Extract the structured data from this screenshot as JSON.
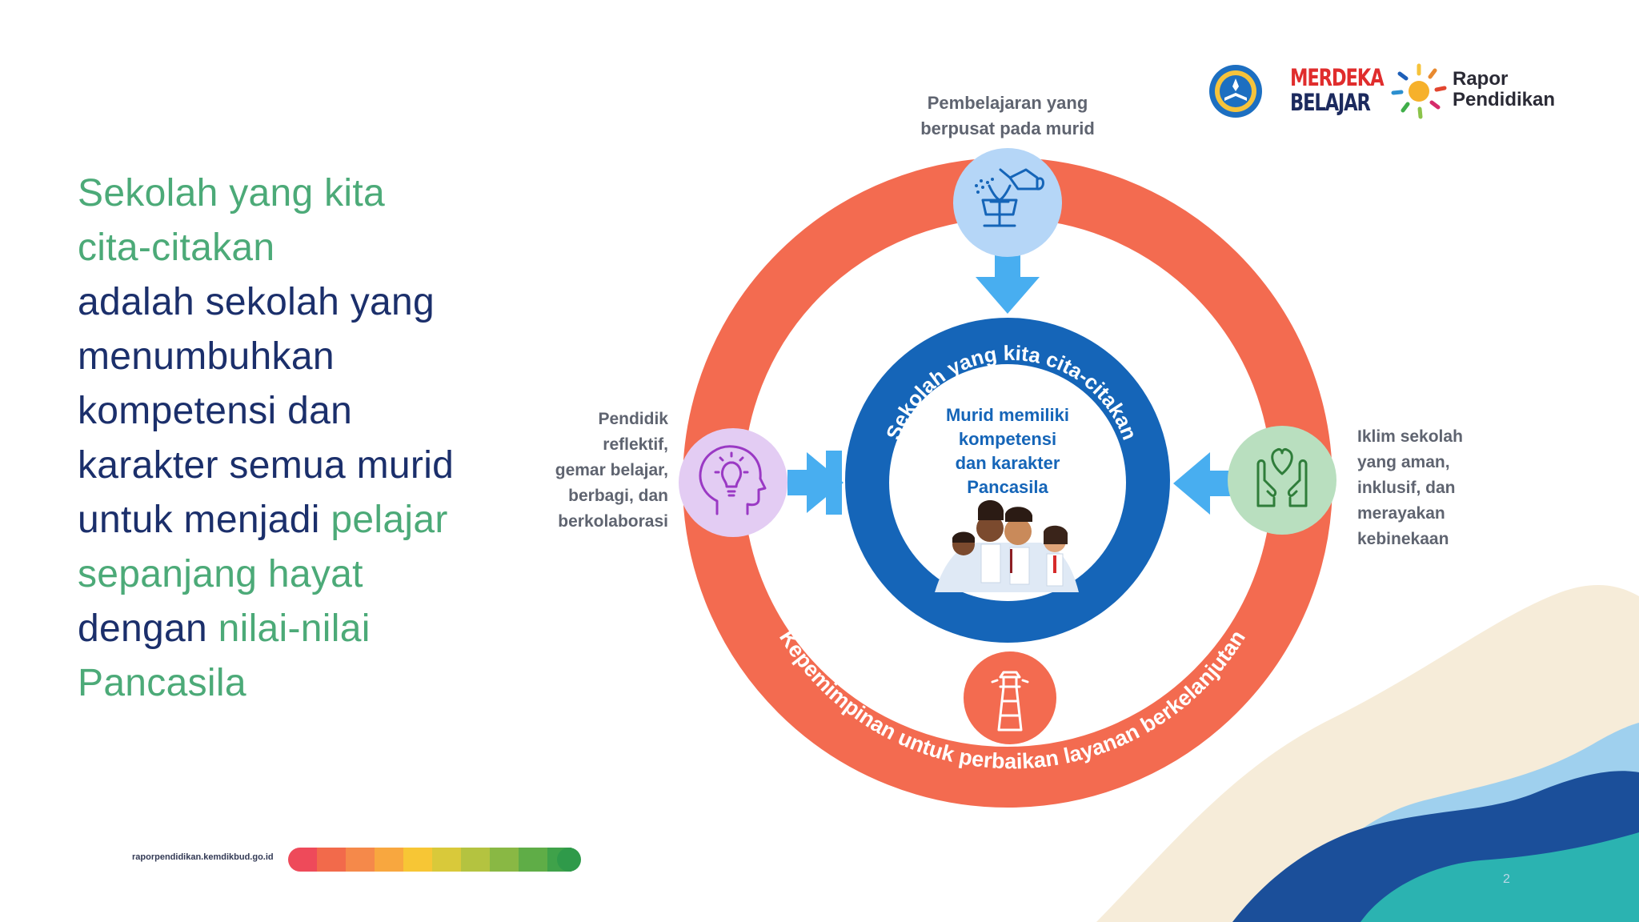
{
  "headline": {
    "part1": "Sekolah yang kita",
    "part2": "cita-citakan",
    "part3": "adalah sekolah yang",
    "part4": "menumbuhkan",
    "part5": "kompetensi dan",
    "part6": "karakter semua murid",
    "part7": "untuk menjadi",
    "part8": "pelajar",
    "part9": "sepanjang hayat",
    "part10": "dengan",
    "part11": "nilai-nilai",
    "part12": "Pancasila"
  },
  "logos": {
    "merdeka_line1": "MERDEKA",
    "merdeka_line2": "BELAJAR",
    "rapor_line1": "Rapor",
    "rapor_line2": "Pendidikan"
  },
  "diagram": {
    "inner_arc_text": "Sekolah yang kita cita-citakan",
    "center_lines": [
      "Murid memiliki",
      "kompetensi",
      "dan karakter",
      "Pancasila"
    ],
    "outer_arc_text": "Kepemimpinan untuk perbaikan layanan berkelanjutan",
    "top_label": [
      "Pembelajaran yang",
      "berpusat pada murid"
    ],
    "left_label": [
      "Pendidik",
      "reflektif,",
      "gemar belajar,",
      "berbagi, dan",
      "berkolaborasi"
    ],
    "right_label": [
      "Iklim sekolah",
      "yang aman,",
      "inklusif, dan",
      "merayakan",
      "kebinekaan"
    ]
  },
  "footer": {
    "url": "raporpendidikan.kemdikbud.go.id",
    "page_number": "2"
  },
  "colors": {
    "ring_orange": "#f36b50",
    "inner_blue": "#1565b8",
    "arrow_blue": "#48aef0",
    "headline_navy": "#1b2f6b",
    "headline_green": "#4caa78"
  }
}
